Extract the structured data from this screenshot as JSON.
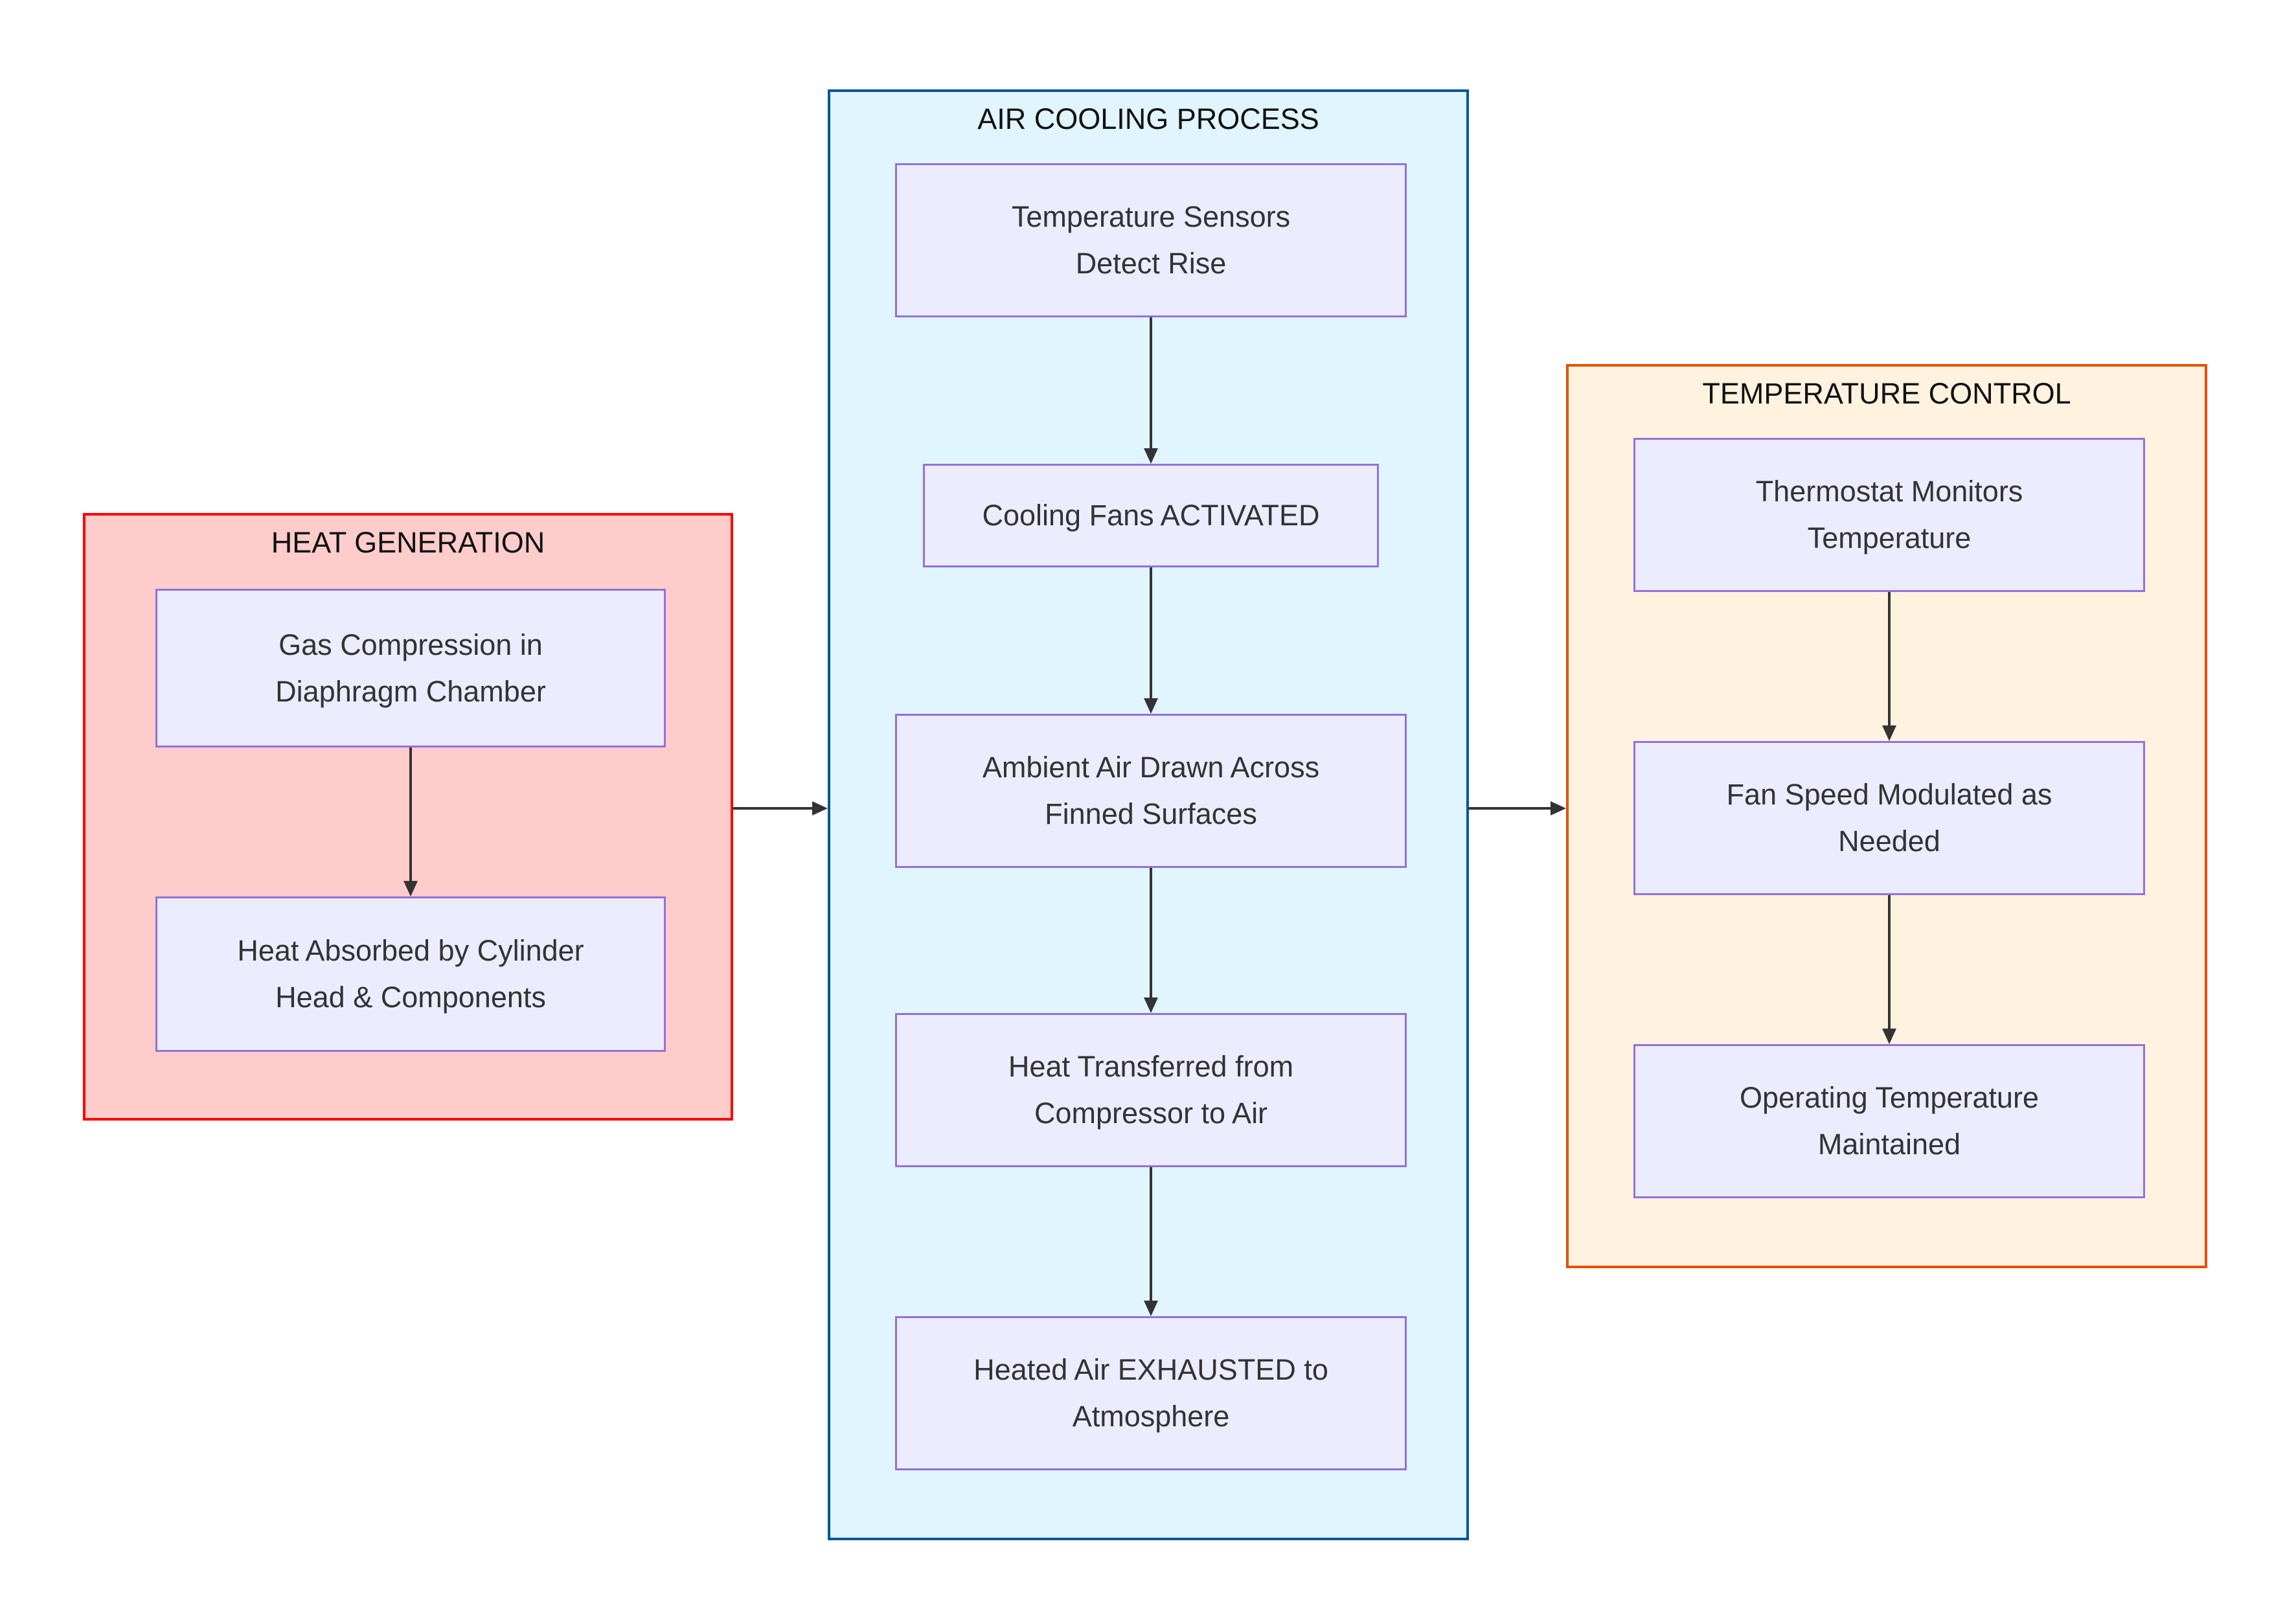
{
  "diagram_type": "flowchart",
  "background_color": "#ffffff",
  "arrow_color": "#333333",
  "node_style": {
    "fill": "#ECECFF",
    "border": "#9370DB",
    "text_color": "#333333"
  },
  "sections": [
    {
      "id": "heat",
      "title": "HEAT GENERATION",
      "fill": "#FFCCCC",
      "border": "#FF0000",
      "nodes": [
        {
          "id": "A1",
          "label": "Gas Compression in\nDiaphragm Chamber"
        },
        {
          "id": "A2",
          "label": "Heat Absorbed by Cylinder\nHead & Components"
        }
      ]
    },
    {
      "id": "cooling",
      "title": "AIR COOLING PROCESS",
      "fill": "#E1F5FE",
      "border": "#01579B",
      "nodes": [
        {
          "id": "B1",
          "label": "Temperature Sensors\nDetect Rise"
        },
        {
          "id": "B2",
          "label": "Cooling Fans ACTIVATED"
        },
        {
          "id": "B3",
          "label": "Ambient Air Drawn Across\nFinned Surfaces"
        },
        {
          "id": "B4",
          "label": "Heat Transferred from\nCompressor to Air"
        },
        {
          "id": "B5",
          "label": "Heated Air EXHAUSTED to\nAtmosphere"
        }
      ]
    },
    {
      "id": "control",
      "title": "TEMPERATURE CONTROL",
      "fill": "#FFF3E0",
      "border": "#E65100",
      "nodes": [
        {
          "id": "C1",
          "label": "Thermostat Monitors\nTemperature"
        },
        {
          "id": "C2",
          "label": "Fan Speed Modulated as\nNeeded"
        },
        {
          "id": "C3",
          "label": "Operating Temperature\nMaintained"
        }
      ]
    }
  ],
  "edges": [
    {
      "from": "A1",
      "to": "A2"
    },
    {
      "from": "B1",
      "to": "B2"
    },
    {
      "from": "B2",
      "to": "B3"
    },
    {
      "from": "B3",
      "to": "B4"
    },
    {
      "from": "B4",
      "to": "B5"
    },
    {
      "from": "C1",
      "to": "C2"
    },
    {
      "from": "C2",
      "to": "C3"
    }
  ],
  "section_edges": [
    {
      "from": "HEAT GENERATION",
      "to": "AIR COOLING PROCESS"
    },
    {
      "from": "AIR COOLING PROCESS",
      "to": "TEMPERATURE CONTROL"
    }
  ]
}
